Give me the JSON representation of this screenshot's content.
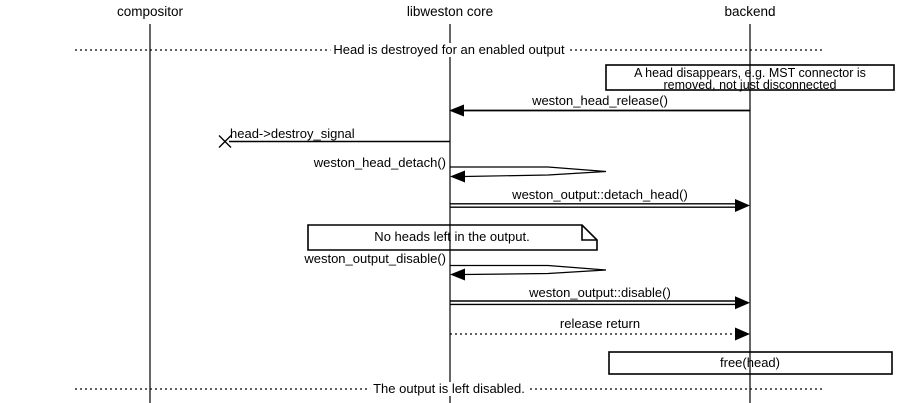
{
  "participants": [
    {
      "label": "compositor"
    },
    {
      "label": "libweston core"
    },
    {
      "label": "backend"
    }
  ],
  "dividers": [
    {
      "label": "Head is destroyed for an enabled output"
    },
    {
      "label": "The output is left disabled."
    }
  ],
  "notes": {
    "head_disappears": {
      "line1": "A head disappears, e.g. MST connector is",
      "line2": "removed, not just disconnected"
    },
    "no_heads": {
      "label": "No heads left in the output."
    },
    "free_head": {
      "label": "free(head)"
    }
  },
  "messages": {
    "head_release": {
      "label": "weston_head_release()",
      "from": "backend",
      "to": "libweston core",
      "style": "solid"
    },
    "destroy_signal": {
      "label": "head->destroy_signal",
      "from": "libweston core",
      "to": "lost",
      "style": "lost-message"
    },
    "head_detach": {
      "label": "weston_head_detach()",
      "from": "libweston core",
      "to": "libweston core",
      "style": "self-call"
    },
    "detach_head": {
      "label": "weston_output::detach_head()",
      "from": "libweston core",
      "to": "backend",
      "style": "double-line"
    },
    "output_disable": {
      "label": "weston_output_disable()",
      "from": "libweston core",
      "to": "libweston core",
      "style": "self-call"
    },
    "disable": {
      "label": "weston_output::disable()",
      "from": "libweston core",
      "to": "backend",
      "style": "double-line"
    },
    "release_return": {
      "label": "release return",
      "from": "libweston core",
      "to": "backend",
      "style": "dotted"
    }
  },
  "colors": {
    "foreground": "#000000",
    "background": "#ffffff"
  }
}
